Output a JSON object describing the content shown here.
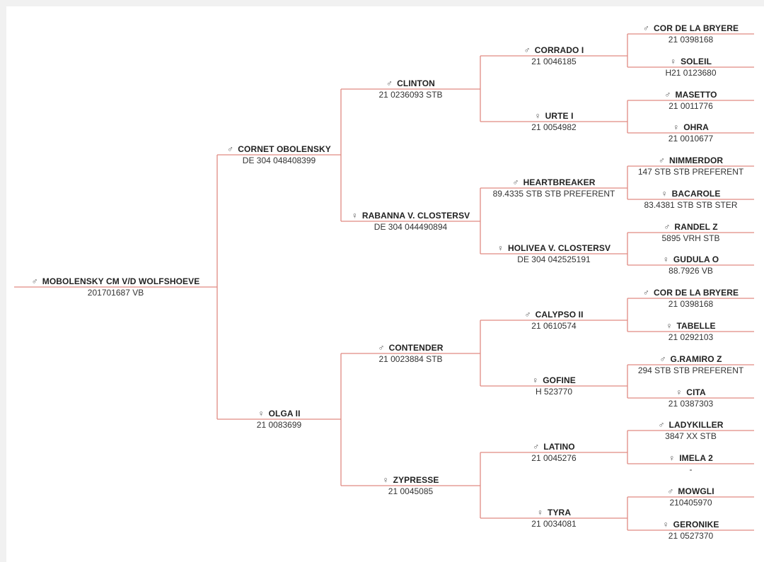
{
  "colors": {
    "line": "#e08a82",
    "text": "#222222",
    "background": "#ffffff"
  },
  "pedigree": {
    "subject": {
      "name": "MOBOLENSKY CM V/D WOLFSHOEVE",
      "reg": "201701687 VB",
      "sex": "male"
    },
    "parents": [
      {
        "name": "CORNET OBOLENSKY",
        "reg": "DE 304 048408399",
        "sex": "male"
      },
      {
        "name": "OLGA II",
        "reg": "21 0083699",
        "sex": "female"
      }
    ],
    "grandparents": [
      {
        "name": "CLINTON",
        "reg": "21 0236093 STB",
        "sex": "male"
      },
      {
        "name": "RABANNA V. CLOSTERSV",
        "reg": "DE 304 044490894",
        "sex": "female"
      },
      {
        "name": "CONTENDER",
        "reg": "21 0023884 STB",
        "sex": "male"
      },
      {
        "name": "ZYPRESSE",
        "reg": "21 0045085",
        "sex": "female"
      }
    ],
    "great_grandparents": [
      {
        "name": "CORRADO I",
        "reg": "21 0046185",
        "sex": "male"
      },
      {
        "name": "URTE I",
        "reg": "21 0054982",
        "sex": "female"
      },
      {
        "name": "HEARTBREAKER",
        "reg": "89.4335 STB STB PREFERENT",
        "sex": "male"
      },
      {
        "name": "HOLIVEA V. CLOSTERSV",
        "reg": "DE 304 042525191",
        "sex": "female"
      },
      {
        "name": "CALYPSO II",
        "reg": "21 0610574",
        "sex": "male"
      },
      {
        "name": "GOFINE",
        "reg": "H 523770",
        "sex": "female"
      },
      {
        "name": "LATINO",
        "reg": "21 0045276",
        "sex": "male"
      },
      {
        "name": "TYRA",
        "reg": "21 0034081",
        "sex": "female"
      }
    ],
    "great_great_grandparents": [
      {
        "name": "COR DE LA BRYERE",
        "reg": "21 0398168",
        "sex": "male"
      },
      {
        "name": "SOLEIL",
        "reg": "H21 0123680",
        "sex": "female"
      },
      {
        "name": "MASETTO",
        "reg": "21 0011776",
        "sex": "male"
      },
      {
        "name": "OHRA",
        "reg": "21 0010677",
        "sex": "female"
      },
      {
        "name": "NIMMERDOR",
        "reg": "147 STB STB PREFERENT",
        "sex": "male"
      },
      {
        "name": "BACAROLE",
        "reg": "83.4381 STB STB STER",
        "sex": "female"
      },
      {
        "name": "RANDEL Z",
        "reg": "5895 VRH STB",
        "sex": "male"
      },
      {
        "name": "GUDULA O",
        "reg": "88.7926 VB",
        "sex": "female"
      },
      {
        "name": "COR DE LA BRYERE",
        "reg": "21 0398168",
        "sex": "male"
      },
      {
        "name": "TABELLE",
        "reg": "21 0292103",
        "sex": "female"
      },
      {
        "name": "G.RAMIRO Z",
        "reg": "294 STB STB PREFERENT",
        "sex": "male"
      },
      {
        "name": "CITA",
        "reg": "21 0387303",
        "sex": "female"
      },
      {
        "name": "LADYKILLER",
        "reg": "3847 XX STB",
        "sex": "male"
      },
      {
        "name": "IMELA 2",
        "reg": "-",
        "sex": "female"
      },
      {
        "name": "MOWGLI",
        "reg": "210405970",
        "sex": "male"
      },
      {
        "name": "GERONIKE",
        "reg": "21 0527370",
        "sex": "female"
      }
    ]
  }
}
